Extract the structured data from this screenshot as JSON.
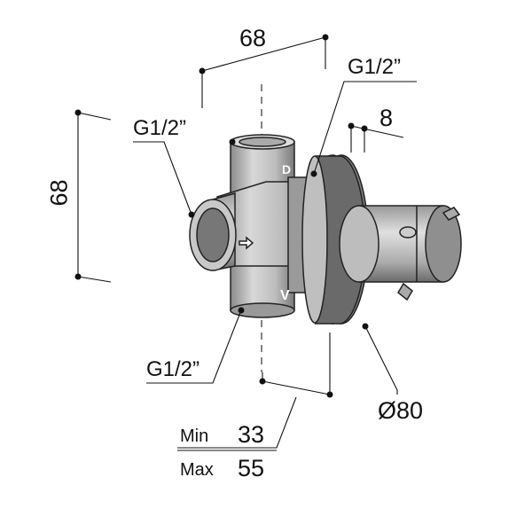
{
  "dimensions": {
    "top_width": "68",
    "left_height": "68",
    "spacing": "8",
    "diameter": "Ø80"
  },
  "threads": {
    "top_right": "G1/2”",
    "left": "G1/2”",
    "bottom": "G1/2”"
  },
  "depth": {
    "min_label": "Min",
    "min_value": "33",
    "max_label": "Max",
    "max_value": "55"
  },
  "colors": {
    "body": "#b8b8b8",
    "dark": "#555555",
    "line": "#111111"
  }
}
